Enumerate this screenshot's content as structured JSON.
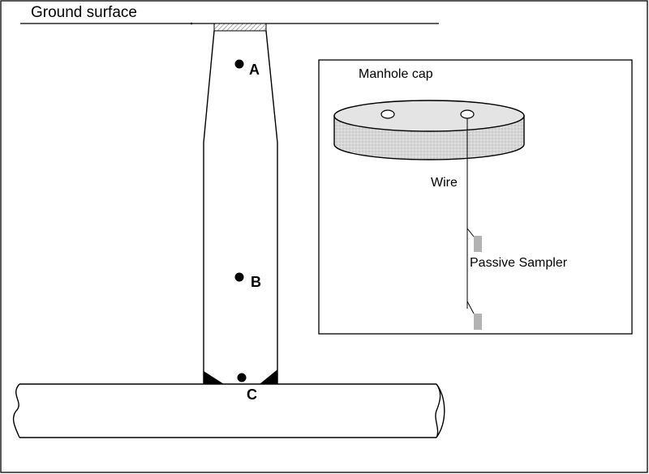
{
  "labels": {
    "ground_surface": "Ground surface",
    "manhole_cap": "Manhole cap",
    "wire": "Wire",
    "passive_sampler": "Passive Sampler"
  },
  "points": [
    {
      "id": "A",
      "label": "A"
    },
    {
      "id": "B",
      "label": "B"
    },
    {
      "id": "C",
      "label": "C"
    }
  ],
  "colors": {
    "line": "#000000",
    "cap_fill": "#d9d9d9",
    "sampler_fill": "#b3b3b3",
    "cover_hatch": "#999999",
    "background": "#ffffff"
  }
}
